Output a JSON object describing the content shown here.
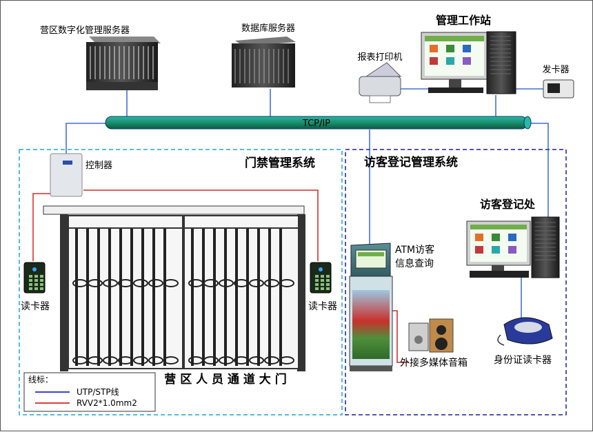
{
  "labels": {
    "campus_server": "营区数字化管理服务器",
    "db_server": "数据库服务器",
    "workstation": "管理工作站",
    "printer": "报表打印机",
    "card_issuer": "发卡器",
    "bus": "TCP/IP",
    "controller": "控制器",
    "access_system": "门禁管理系统",
    "visitor_system": "访客登记管理系统",
    "visitor_desk": "访客登记处",
    "atm_line1": "ATM访客",
    "atm_line2": "信息查询",
    "reader_left": "读卡器",
    "reader_right": "读卡器",
    "speakers": "外接多媒体音箱",
    "id_reader": "身份证读卡器",
    "gate_caption": "营 区 人 员 通 道 大 门"
  },
  "legend": {
    "title": "线标：",
    "items": [
      {
        "label": "UTP/STP线",
        "color": "#0000cc"
      },
      {
        "label": "RVV2*1.0mm2",
        "color": "#cc0000"
      }
    ]
  },
  "colors": {
    "access_border": "#1aa6dc",
    "access_title": "#1aa6dc",
    "visitor_border": "#1a1aa0",
    "visitor_title": "#1a3aa8",
    "net_line": "#1a4fd0",
    "bus_fill": "#1a9a7a"
  }
}
